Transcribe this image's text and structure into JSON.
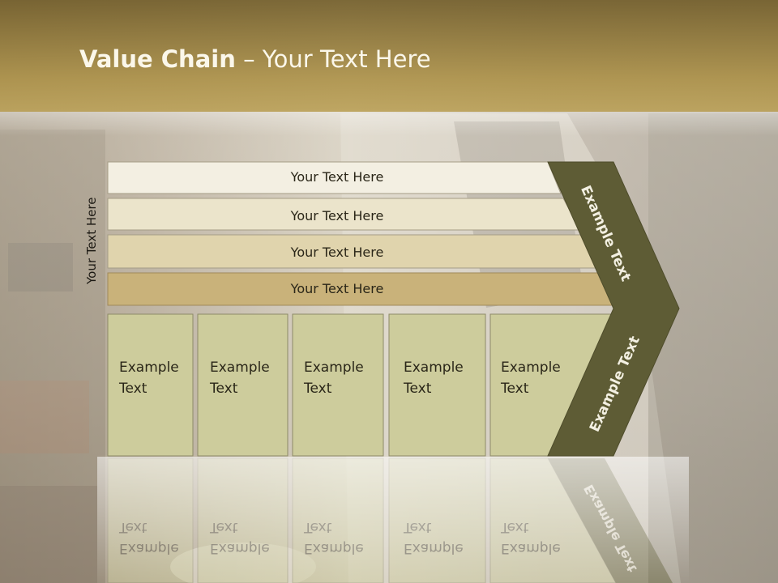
{
  "title": {
    "bold": "Value Chain",
    "rest": " – Your Text Here"
  },
  "side_label": "Your Text Here",
  "rows": [
    {
      "label": "Your Text Here",
      "color": "#f3efe2"
    },
    {
      "label": "Your Text Here",
      "color": "#ebe4cb"
    },
    {
      "label": "Your Text Here",
      "color": "#e0d4ad"
    },
    {
      "label": "Your Text Here",
      "color": "#c9b27a"
    }
  ],
  "boxes": [
    {
      "line1": "Example",
      "line2": "Text"
    },
    {
      "line1": "Example",
      "line2": "Text"
    },
    {
      "line1": "Example",
      "line2": "Text"
    },
    {
      "line1": "Example",
      "line2": "Text"
    },
    {
      "line1": "Example",
      "line2": "Text"
    }
  ],
  "chevron": {
    "upper_label": "Example Text",
    "lower_label": "Example Text",
    "color": "#5e5c35"
  },
  "colors": {
    "box_fill": "#cdcc9c",
    "box_border": "#8d8a67"
  }
}
